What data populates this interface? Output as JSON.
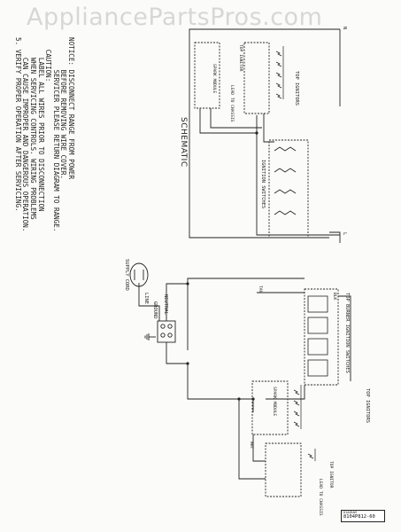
{
  "watermark": "AppliancePartsPros.com",
  "notice": [
    "NOTICE: DISCONNECT RANGE FROM POWER",
    "        BEFORE REMOVING WIRE COVER.",
    "        SERVICER PLEASE RETURN DIAGRAM TO RANGE.",
    "   CAUTION:",
    "     LABEL ALL WIRES PRIOR TO DISCONNECTION",
    "     WHEN SERVICING CONTROLS. WIRING PROBLEMS",
    "     CAN CAUSE IMPROPER AND DANGEROUS OPERATION.",
    "5. VERIFY PROPER OPERATION AFTER SERVICING."
  ],
  "schematic": {
    "title": "SCHEMATIC",
    "top_ignitors": "TOP IGNITORS",
    "top_ignitor": "TOP IGNITOR",
    "spark_module": "SPARK MODULE",
    "lead_to_chassis": "LEAD TO CHASSIS",
    "ignition_switches": "IGNITION SWITCHES",
    "l_label": "L",
    "n_label": "N"
  },
  "wiring": {
    "switches_title": "TOP BURNER IGNITION SWITCHES",
    "wire_tan": "TAN",
    "wire_blk": "BLK",
    "wire_wht": "WHT",
    "neutral": "NEUTRAL",
    "ground": "GROUND",
    "line": "LINE",
    "supply_cord": "SUPPLY CORD",
    "spark_module": "SPARK MODULE",
    "top_ignitors": "TOP IGNITORS",
    "top_ignitor": "TOP IGNITOR",
    "lead_to_chassis": "LEAD TO CHASSIS"
  },
  "part_number": {
    "label": "DIAGRAM",
    "value": "8104P812-60"
  }
}
